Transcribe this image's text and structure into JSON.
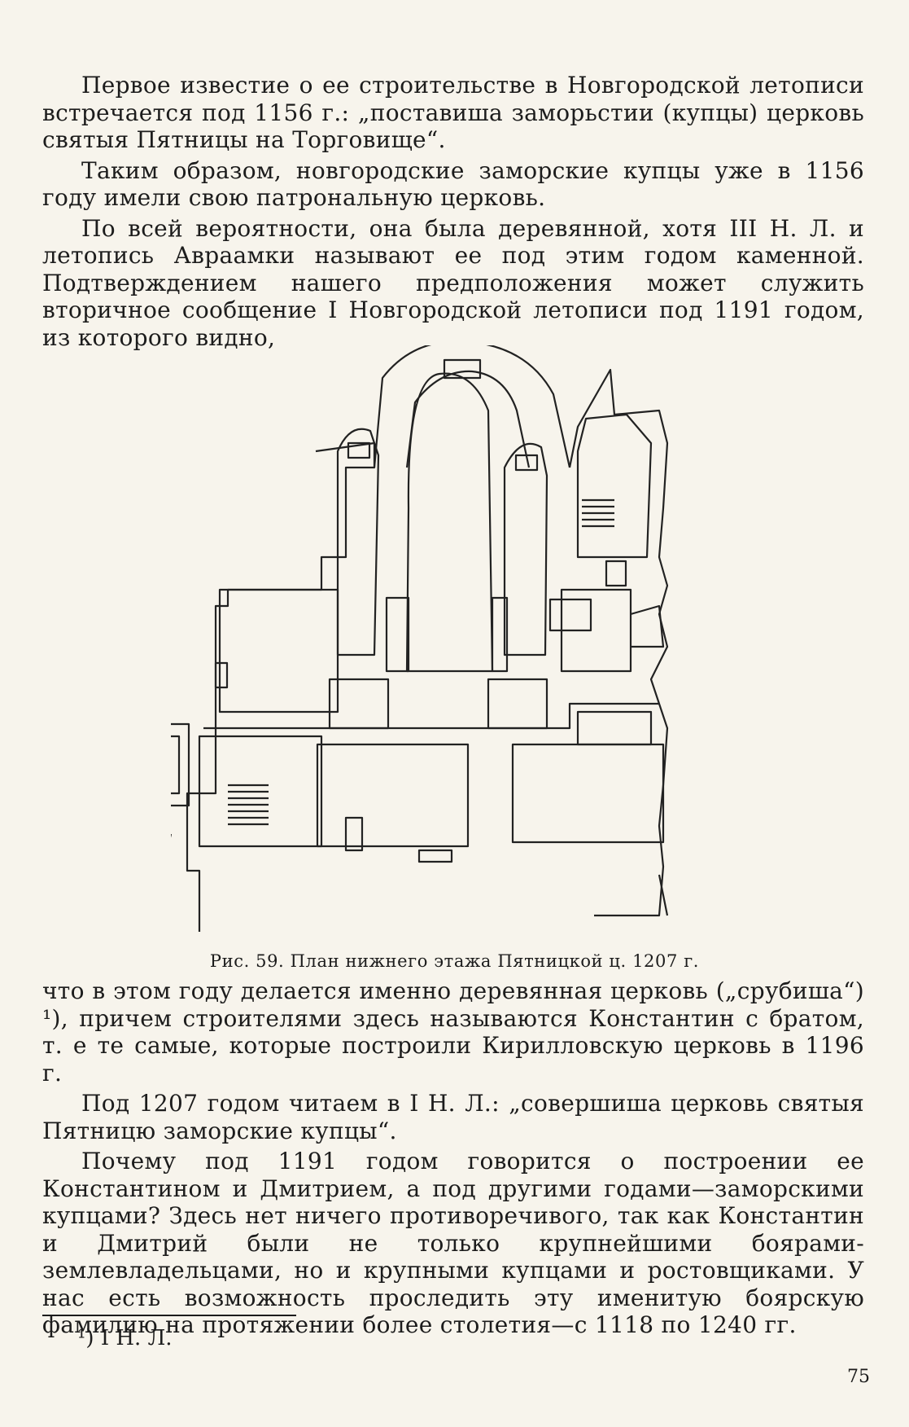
{
  "top_paragraphs": [
    "Первое известие о ее строительстве в Новгородской летописи встречается под 1156 г.: „поставиша заморьстии (купцы) церковь святыя Пятницы на Торговище“.",
    "Таким образом, новгородские заморские купцы уже в 1156 году имели свою патрональную церковь.",
    "По всей вероятности, она была деревянной, хотя III Н. Л. и летопись Авраамки называют ее под этим годом каменной. Подтверждением нашего предположения может служить вторичное сообщение I Новгородской летописи под 1191 годом, из которого видно,"
  ],
  "figure": {
    "caption": "Рис. 59. План нижнего этажа Пятницкой ц. 1207 г."
  },
  "bottom_paragraphs": [
    "что в этом году делается именно деревянная церковь („срубиша“) ¹), причем строителями здесь называются Константин с братом, т. е те самые, которые построили Кирилловскую церковь в 1196 г.",
    "Под 1207 годом читаем в I Н. Л.: „совершиша церковь святыя Пятницю заморские купцы“.",
    "Почему под 1191 годом говорится о построении ее Константином и Дмитрием, а под другими годами—заморскими купцами? Здесь нет ничего противоречивого, так как Константин и Дмитрий были не только крупнейшими боярами-землевладельцами, но и крупными купцами и ростовщиками. У нас есть возможность проследить эту именитую боярскую фамилию на протяжении более столетия—с 1118 по 1240 гг."
  ],
  "footnote": "¹) I Н. Л.",
  "page_number": "75"
}
